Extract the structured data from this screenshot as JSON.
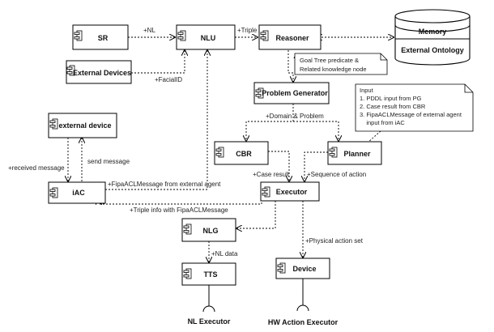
{
  "components": {
    "sr": "SR",
    "nlu": "NLU",
    "reasoner": "Reasoner",
    "external_devices": "External Devices",
    "problem_generator": "Problem Generator",
    "external_device": "external device",
    "cbr": "CBR",
    "planner": "Planner",
    "iac": "iAC",
    "executor": "Executor",
    "nlg": "NLG",
    "tts": "TTS",
    "device": "Device"
  },
  "database": {
    "memory": "Memory",
    "external_ontology": "External Ontology"
  },
  "notes": {
    "reasoner_note": [
      "Goal Tree predicate &",
      "Related knowledge node"
    ],
    "input_note": [
      "Input",
      "1. PDDL input from PG",
      "2. Case result from CBR",
      "3. FipaACLMessage of external agent",
      "    input from iAC"
    ]
  },
  "connector_labels": {
    "nl": "+NL",
    "triple": "+Triple",
    "facial_id": "+FacialID",
    "domain_problem": "+Domain & Problem",
    "received_message": "+received message",
    "send_message": "send message",
    "fipa_from_external": "+FipaACLMessage from external agent",
    "case_result": "+Case result",
    "sequence_of_action": "+Sequence of action",
    "triple_info": "+Triple info with FipaACLMessage",
    "nl_data": "+NL data",
    "physical_action_set": "+Physical action set"
  },
  "required_interfaces": {
    "nl_executor": "NL Executor",
    "hw_action_executor": "HW Action Executor"
  }
}
